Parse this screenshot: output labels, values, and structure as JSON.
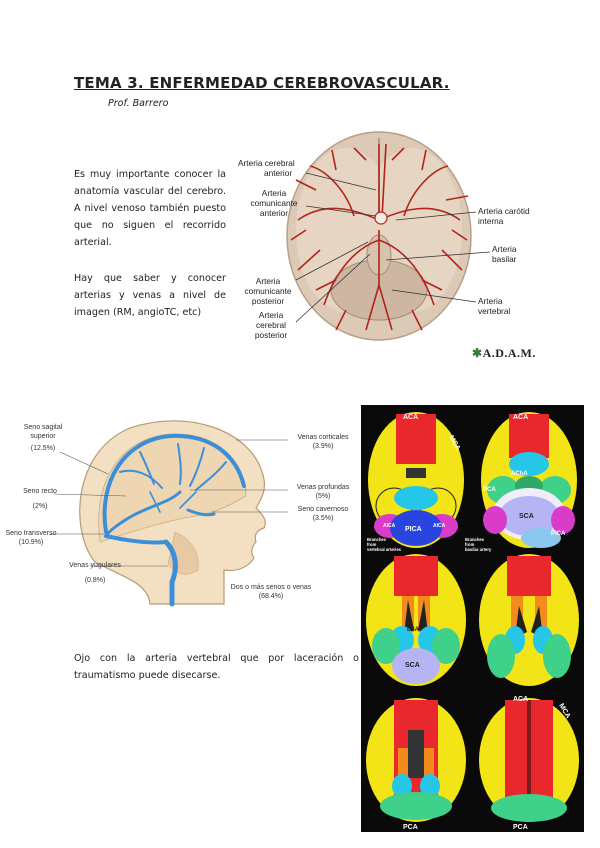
{
  "doc": {
    "title": "TEMA 3. ENFERMEDAD CEREBROVASCULAR.",
    "author": "Prof. Barrero",
    "paragraphs": [
      "Es muy importante conocer la anatomía vascular del cerebro. A nivel venoso también puesto que no siguen el recorrido arterial.",
      "Hay que saber y conocer arterias y venas a nivel de imagen (RM, angioTC, etc)",
      "Ojo con la arteria vertebral que por laceración o traumatismo puede disecarse."
    ]
  },
  "brain_figure": {
    "labels": {
      "aca": [
        "Arteria cerebral",
        "anterior"
      ],
      "acom": [
        "Arteria",
        "comunicante",
        "anterior"
      ],
      "pcom": [
        "Arteria",
        "comunicante",
        "posterior"
      ],
      "pca": [
        "Arteria",
        "cerebral",
        "posterior"
      ],
      "ica": [
        "Arteria carótid",
        "interna"
      ],
      "basilar": [
        "Arteria",
        "basilar"
      ],
      "vertebral": [
        "Arteria",
        "vertebral"
      ]
    },
    "logo": "A.D.A.M."
  },
  "head_figure": {
    "labels": {
      "sss": [
        "Seno sagital",
        "superior",
        "(12.5%)"
      ],
      "recto": [
        "Seno recto",
        "(2%)"
      ],
      "transverso": [
        "Seno transverso",
        "(10.9%)"
      ],
      "yugulares": [
        "Venas yugulares",
        "(0.8%)"
      ],
      "corticales": [
        "Venas corticales",
        "(3.9%)"
      ],
      "profundas": [
        "Venas profundas",
        "(5%)"
      ],
      "cavernoso": [
        "Seno cavernoso",
        "(3.5%)"
      ],
      "multiple": [
        "Dos o más senos o venas",
        "(68.4%)"
      ]
    }
  },
  "territory_maps": {
    "labels": {
      "aca": "ACA",
      "mca": "MCA",
      "acha": "AChA",
      "pca": "PCA",
      "sca": "SCA",
      "aica": "AICA",
      "pica": "PICA",
      "lsa": "LSA",
      "branches_vertebral": [
        "Branches",
        "from",
        "vertebral arteries"
      ],
      "branches_basilar": [
        "Branches",
        "from",
        "basilar artery"
      ]
    },
    "colors": {
      "aca": "#e8282d",
      "mca": "#f2e417",
      "pca": "#3fd08a",
      "acha": "#26c6e8",
      "sca": "#b6b4f4",
      "pica": "#2a44e0",
      "aica": "#d93cc9",
      "basilar": "#8cc7f0",
      "lsa": "#f28a1c",
      "background": "#0a0a0a"
    }
  }
}
